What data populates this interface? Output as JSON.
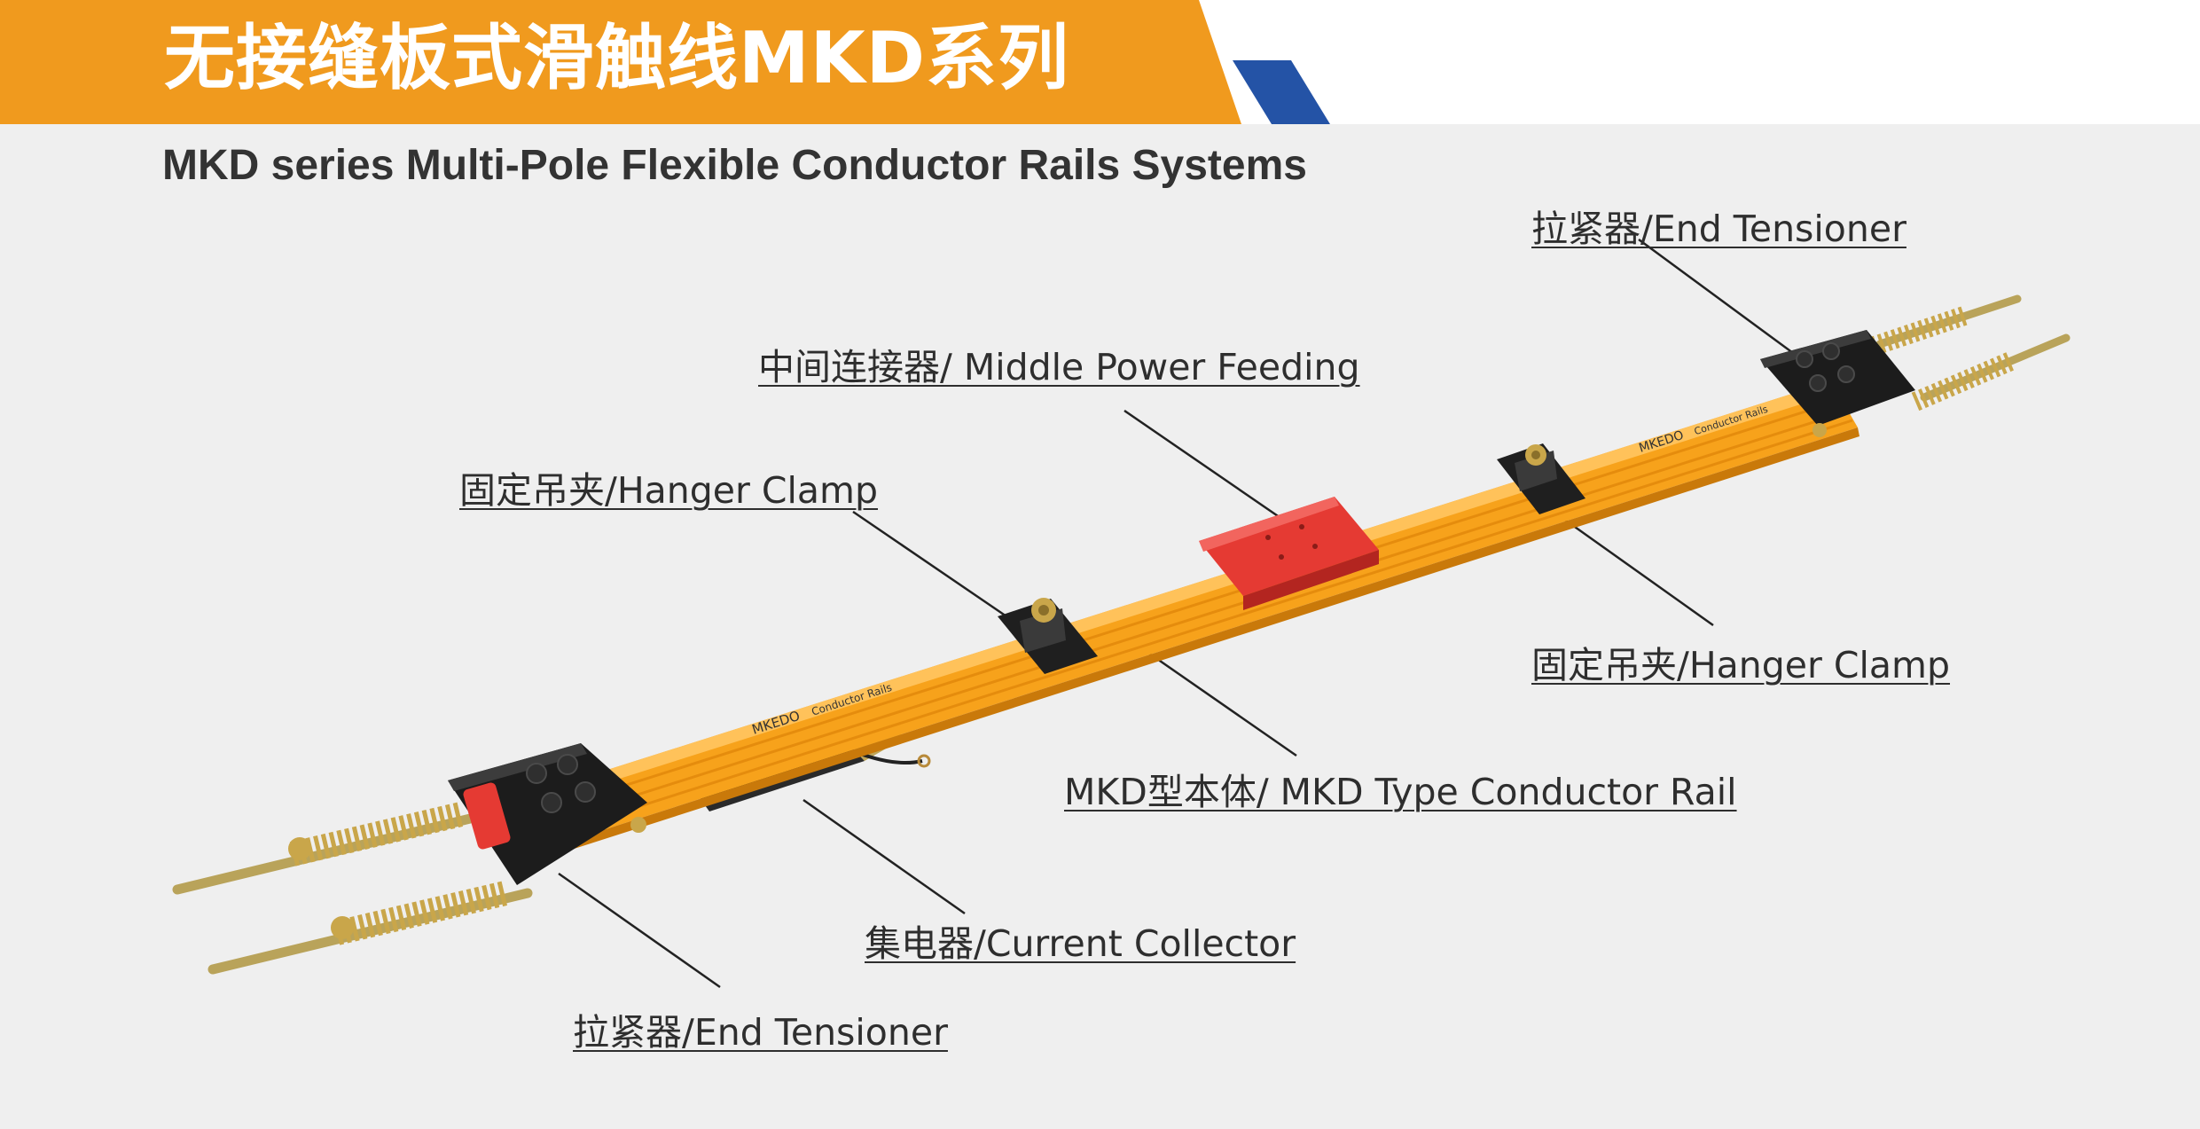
{
  "banner": {
    "title": "无接缝板式滑触线MKD系列"
  },
  "subtitle": "MKD series Multi-Pole Flexible Conductor Rails Systems",
  "callouts": {
    "end_tensioner_top": "拉紧器/End Tensioner",
    "middle_power_feeding": "中间连接器/ Middle Power Feeding",
    "hanger_clamp_left": "固定吊夹/Hanger Clamp",
    "hanger_clamp_right": "固定吊夹/Hanger Clamp",
    "conductor_rail": "MKD型本体/ MKD Type Conductor Rail",
    "current_collector": "集电器/Current Collector",
    "end_tensioner_bottom": "拉紧器/End Tensioner"
  },
  "rail_printing": {
    "brand": "MKEDO",
    "text": "Conductor Rails"
  },
  "colors": {
    "banner_orange": "#f09a1e",
    "banner_blue": "#2453a6",
    "rail_orange": "#f7a21b",
    "feeder_red": "#e53a33",
    "clamp_black": "#1f1f1f",
    "background": "#efefef"
  }
}
